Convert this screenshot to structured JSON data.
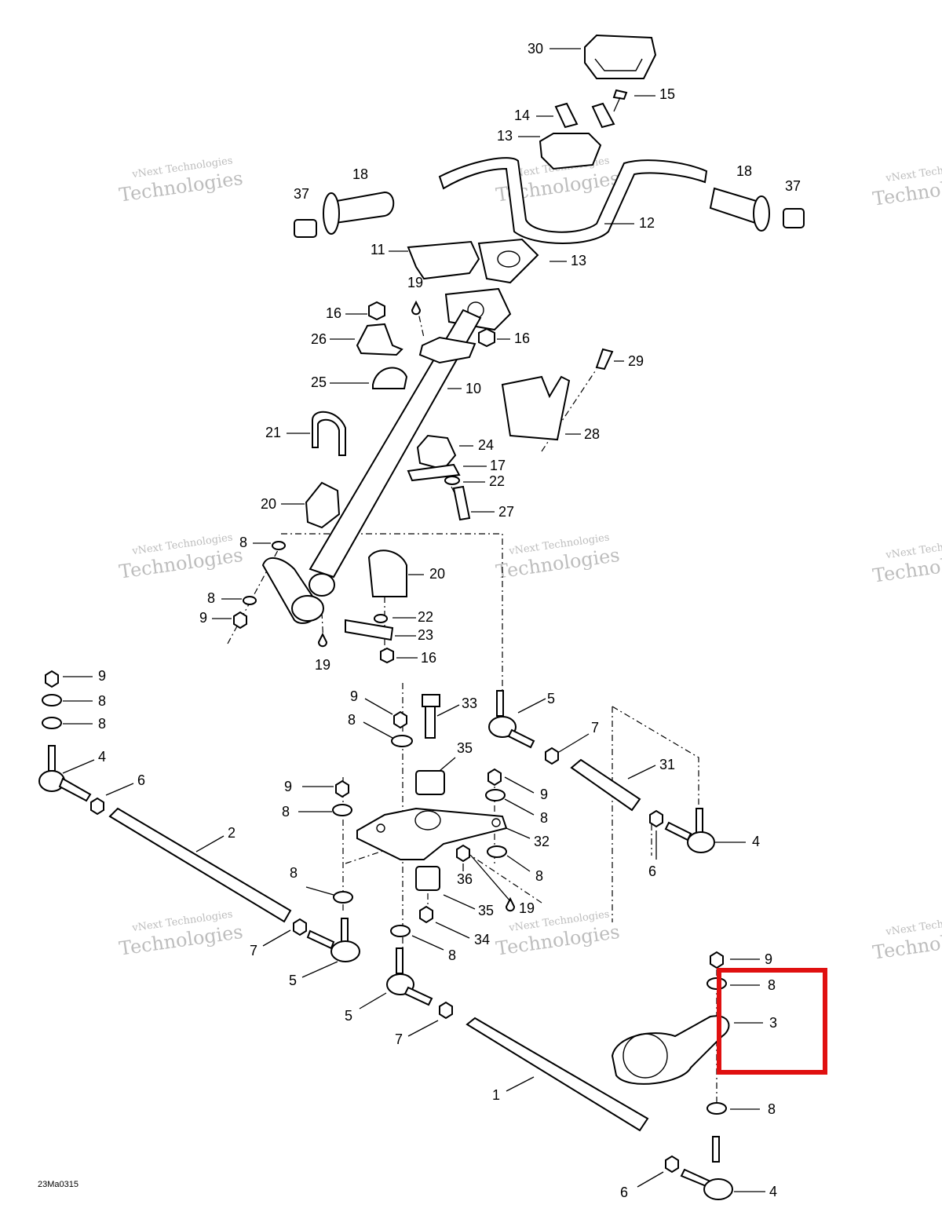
{
  "diagram": {
    "code": "23Ma0315",
    "highlight_color": "#e01010",
    "watermark": {
      "line1": "vNext Technologies",
      "line2": "Technologies"
    },
    "callouts": [
      "1",
      "2",
      "3",
      "4",
      "5",
      "6",
      "7",
      "8",
      "9",
      "10",
      "11",
      "12",
      "13",
      "14",
      "15",
      "16",
      "17",
      "18",
      "19",
      "20",
      "21",
      "22",
      "23",
      "24",
      "25",
      "26",
      "27",
      "28",
      "29",
      "30",
      "31",
      "32",
      "33",
      "34",
      "35",
      "36",
      "37"
    ]
  }
}
